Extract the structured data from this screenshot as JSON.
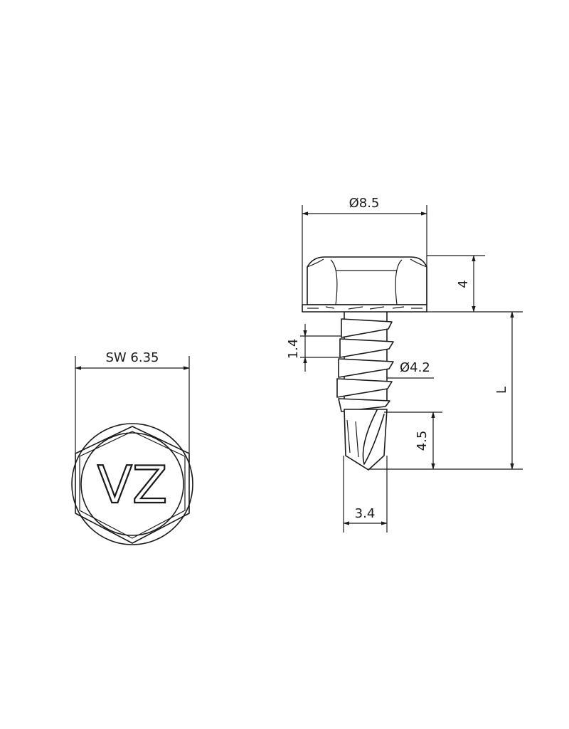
{
  "top_view": {
    "wrench_size_label": "SW 6.35",
    "head_marking": "VZ"
  },
  "side_view": {
    "washer_diameter_label": "Ø8.5",
    "head_height_label": "4",
    "thread_pitch_label": "1.4",
    "thread_diameter_label": "Ø4.2",
    "length_label": "L",
    "drill_point_length_label": "4.5",
    "drill_point_diameter_label": "3.4"
  }
}
